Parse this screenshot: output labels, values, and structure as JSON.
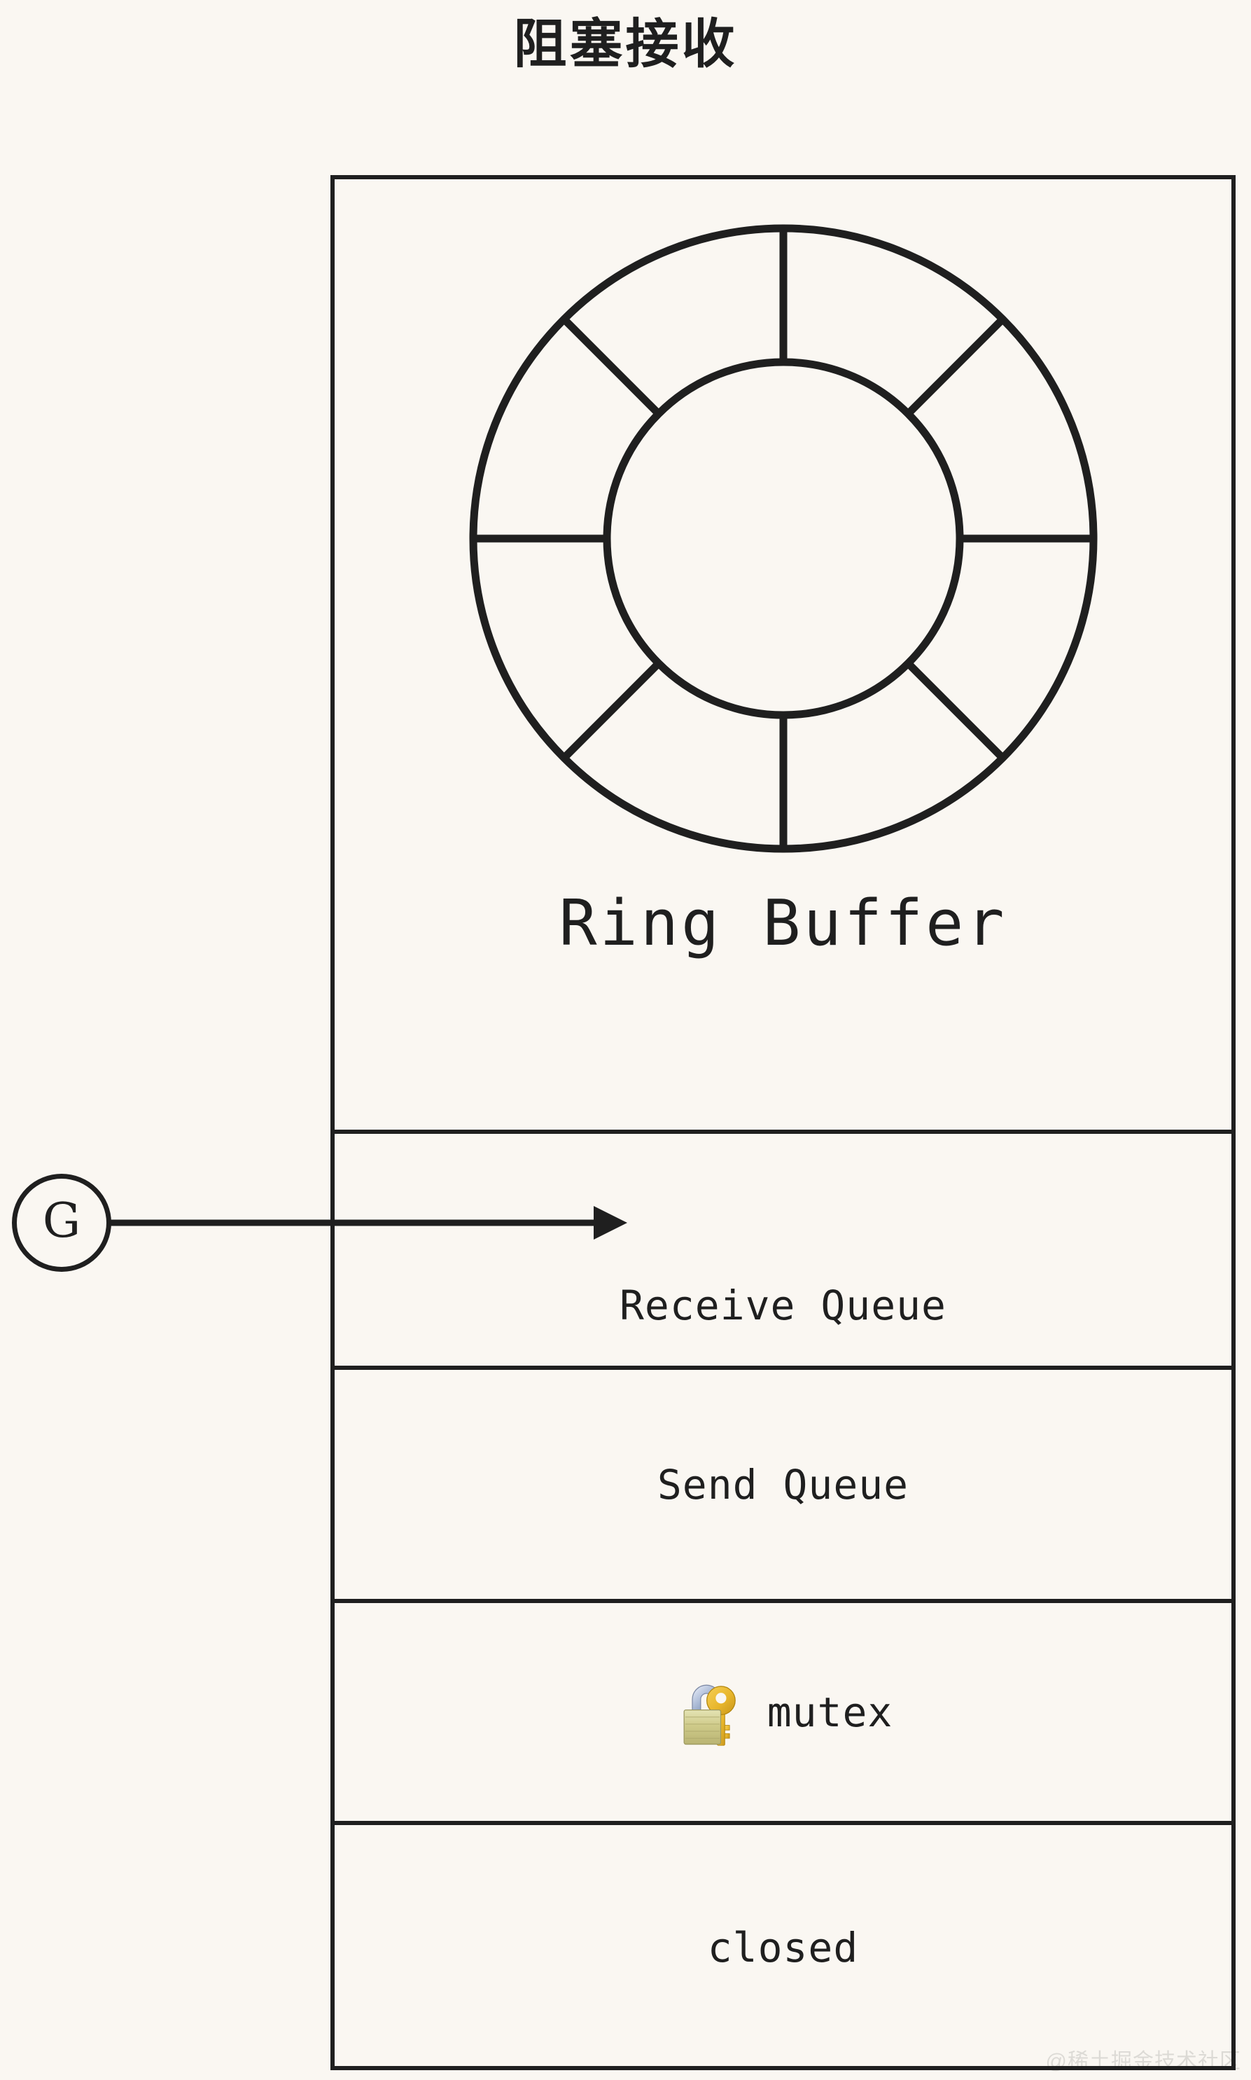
{
  "diagram": {
    "title": "阻塞接收",
    "background_color": "#faf7f2",
    "stroke_color": "#1f1f1f"
  },
  "goroutine": {
    "label": "G",
    "arrow_target": "Receive Queue"
  },
  "struct": {
    "rows": [
      {
        "key": "ring_buffer",
        "label": "Ring Buffer",
        "icon": "ring-buffer-donut",
        "segments": 8
      },
      {
        "key": "receive_queue",
        "label": "Receive Queue"
      },
      {
        "key": "send_queue",
        "label": "Send Queue"
      },
      {
        "key": "mutex",
        "label": "mutex",
        "icon": "locked-with-key-emoji"
      },
      {
        "key": "closed",
        "label": "closed"
      }
    ]
  },
  "watermark": {
    "text": "@稀土掘金技术社区"
  }
}
